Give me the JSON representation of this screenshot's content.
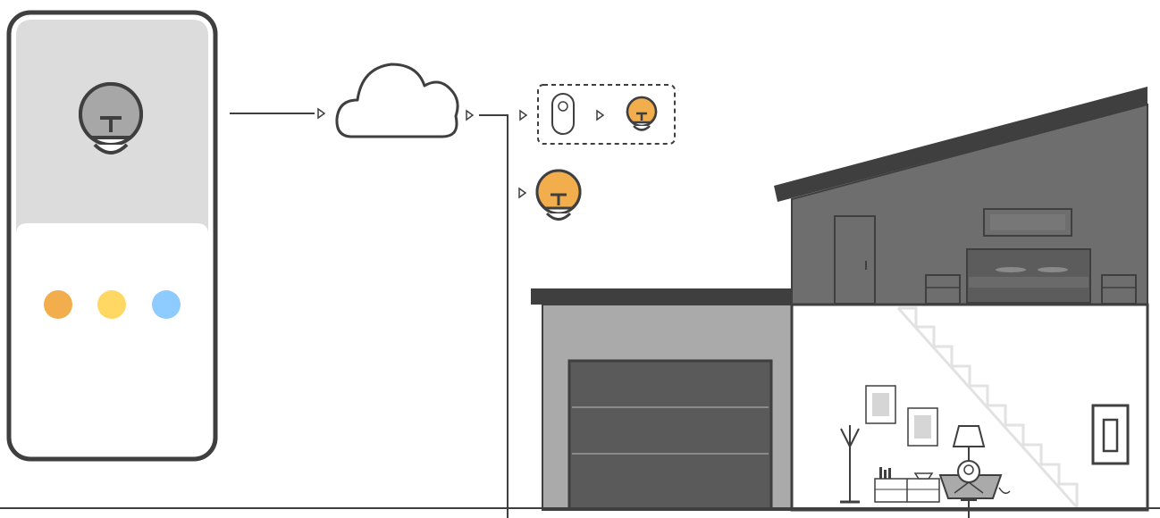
{
  "palette": {
    "outline": "#3f3f3f",
    "phone_screen_top": "#dcdcdc",
    "bulb_off": "#a7a7a7",
    "bulb_on": "#f2ad4c",
    "dot_orange": "#f2ad4c",
    "dot_yellow": "#ffd763",
    "dot_blue": "#8ecbff",
    "roof": "#3f3f3f",
    "garage_wall": "#aaaaaa",
    "garage_door": "#5a5a5a",
    "upper_floor": "#6e6e6e",
    "stairs": "#e2e2e2"
  },
  "phone": {
    "color_dots": [
      "dot_orange",
      "dot_yellow",
      "dot_blue"
    ]
  },
  "icons": {
    "phone_bulb": "lightbulb-off-icon",
    "cloud": "cloud-icon",
    "smart_switch": "smart-switch-icon",
    "switch_bulb": "lightbulb-on-icon",
    "direct_bulb": "lightbulb-on-icon"
  }
}
